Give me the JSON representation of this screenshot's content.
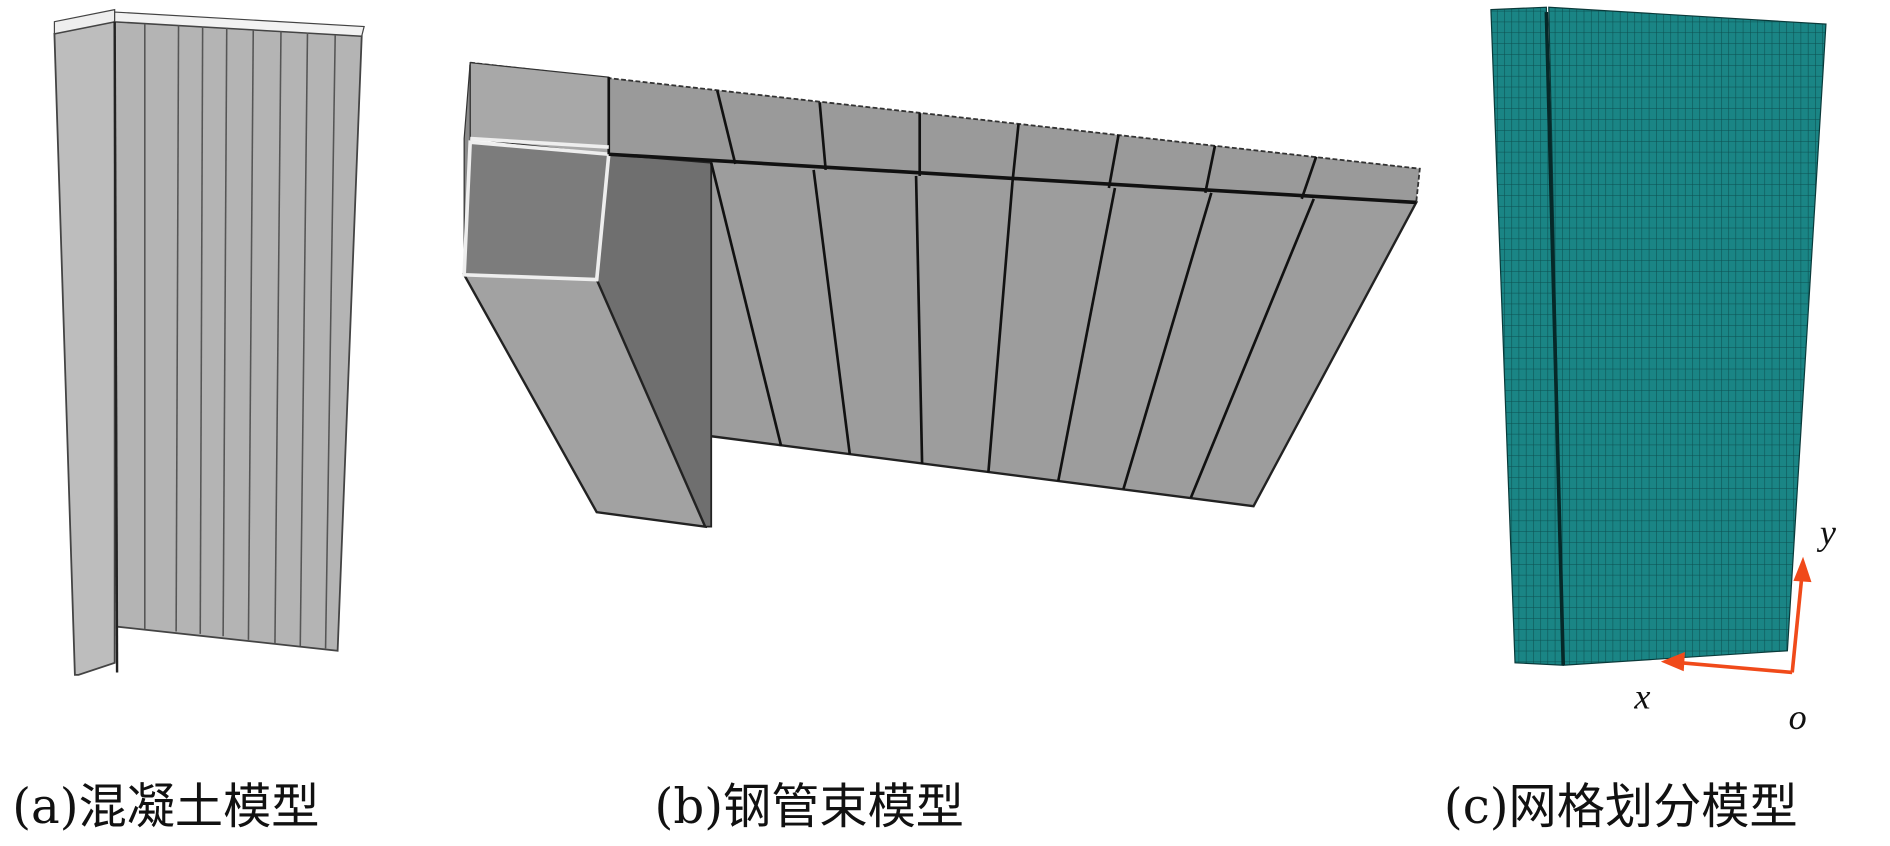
{
  "figure": {
    "panels": [
      {
        "id": "a",
        "caption": "(a)混凝土模型"
      },
      {
        "id": "b",
        "caption": "(b)钢管束模型"
      },
      {
        "id": "c",
        "caption": "(c)网格划分模型"
      }
    ],
    "axes_labels": {
      "x": "x",
      "y": "y",
      "origin": "o"
    },
    "colors": {
      "concrete": "#b4b4b4",
      "steel": "#9c9c9c",
      "mesh": "#1a8080",
      "axis_arrow": "#f04a1a"
    }
  }
}
